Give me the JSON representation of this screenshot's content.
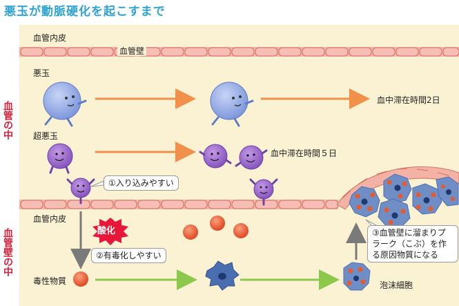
{
  "title": "悪玉が動脈硬化を起こすまで",
  "side_labels": {
    "blood_vessel_inside": "血管の中",
    "vessel_wall_inside": "血管壁の中"
  },
  "labels": {
    "endothelium_top": "血管内皮",
    "vessel_wall": "血管壁",
    "bad_cholesterol": "悪玉",
    "retention_2days": "血中滞在時間2日",
    "super_bad": "超悪玉",
    "retention_5days": "血中滞在時間５日",
    "endothelium_bottom": "血管内皮",
    "toxic_substance": "毒性物質",
    "foam_cell": "泡沫細胞"
  },
  "notes": {
    "step1": "①入り込みやすい",
    "oxidation": "酸化",
    "step2": "②有毒化しやすい",
    "step3": "③血管壁に溜まりプラーク（こぶ）を作る原因物質になる"
  },
  "colors": {
    "title": "#2ea3d6",
    "side_label": "#d81e3a",
    "background": "#fbf1d3",
    "wall": "#f4b1a6",
    "wall_border": "#d4705f",
    "bad_ball": "#8ea7e6",
    "super_bad": "#9565c8",
    "toxic": "#e65a2e",
    "arrow_orange": "#f0904a",
    "arrow_green": "#8cc84b",
    "arrow_gray": "#7a7a7a",
    "foam_cell": "#4a6fb0"
  }
}
